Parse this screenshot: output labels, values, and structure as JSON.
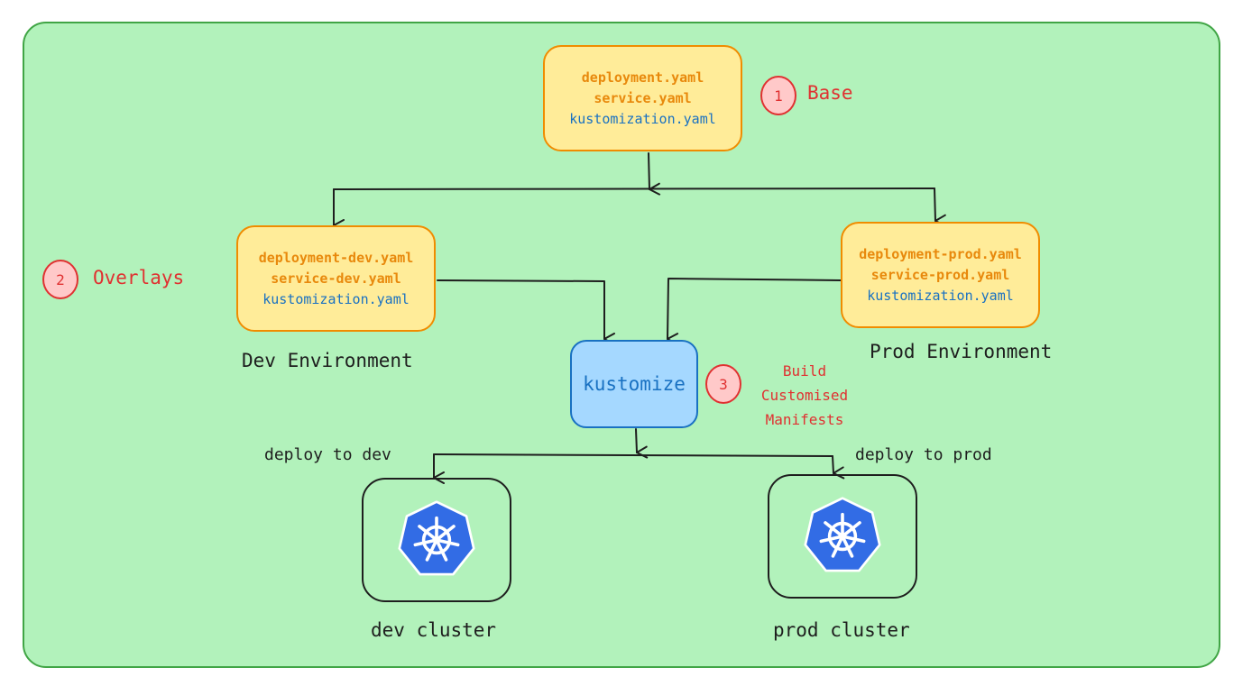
{
  "base": {
    "files": [
      "deployment.yaml",
      "service.yaml",
      "kustomization.yaml"
    ],
    "badge": "1",
    "label": "Base"
  },
  "overlays": {
    "badge": "2",
    "label": "Overlays",
    "dev": {
      "files": [
        "deployment-dev.yaml",
        "service-dev.yaml",
        "kustomization.yaml"
      ],
      "label": "Dev Environment"
    },
    "prod": {
      "files": [
        "deployment-prod.yaml",
        "service-prod.yaml",
        "kustomization.yaml"
      ],
      "label": "Prod Environment"
    }
  },
  "build": {
    "node": "kustomize",
    "badge": "3",
    "label_lines": [
      "Build",
      "Customised",
      "Manifests"
    ]
  },
  "deploy": {
    "dev_edge": "deploy to dev",
    "prod_edge": "deploy to prod",
    "dev_cluster": "dev cluster",
    "prod_cluster": "prod cluster",
    "cluster_icon": "kubernetes-helm-icon"
  },
  "colors": {
    "panel_fill": "#b2f2bb",
    "panel_stroke": "#40a545",
    "file_fill": "#ffec99",
    "file_stroke": "#f08c00",
    "kustomize_fill": "#a5d8ff",
    "accent_blue": "#1971c2",
    "badge_red": "#e03131",
    "badge_fill": "#ffc9c9",
    "k8s_blue": "#326ce5"
  }
}
